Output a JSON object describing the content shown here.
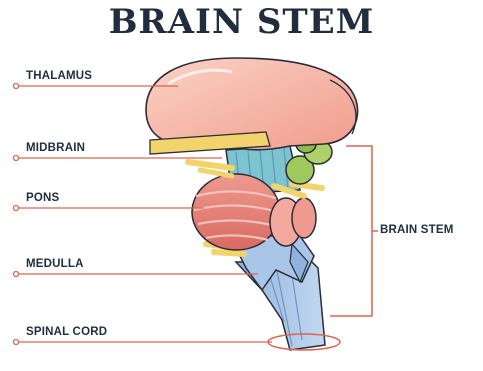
{
  "title": "BRAIN STEM",
  "labels": {
    "thalamus": "THALAMUS",
    "midbrain": "MIDBRAIN",
    "pons": "PONS",
    "medulla": "MEDULLA",
    "spinal_cord": "SPINAL CORD",
    "brain_stem": "BRAIN STEM"
  },
  "colors": {
    "thalamus": "#f7b8a8",
    "midbrain": "#7ec3cf",
    "pons": "#e8837a",
    "medulla": "#a9c6e8",
    "cerebellum_nodule": "#9fc95a",
    "nerve": "#f3d36b",
    "leader_line": "#e0644c",
    "outline": "#2b2b3a"
  }
}
